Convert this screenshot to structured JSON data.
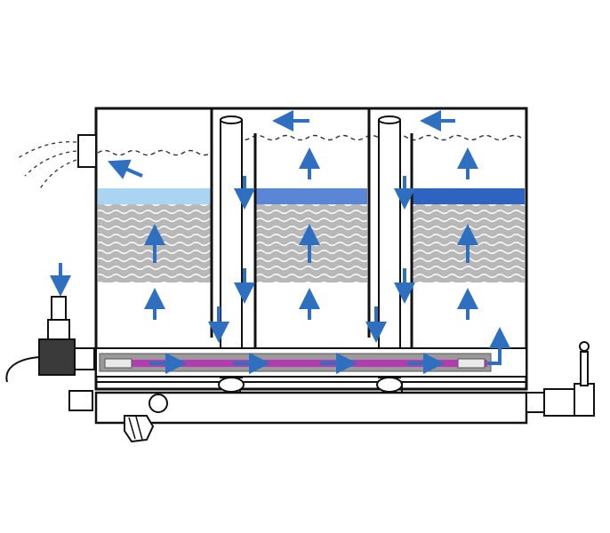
{
  "diagram": {
    "description_visible_text": "",
    "colors": {
      "outline": "#111111",
      "arrow": "#2f6fc0",
      "uv_tube": "#b43bb0",
      "media": "#b8b8b8",
      "media_wave": "#ffffff",
      "filter_pad_1": "#a9d4f2",
      "filter_pad_2": "#5b86d6",
      "filter_pad_3": "#2e63c0",
      "pipe_gray": "#9a9a9a",
      "water_line": "#333333"
    },
    "chambers": [
      {
        "name": "chamber-1",
        "filter_pad_color": "#a9d4f2"
      },
      {
        "name": "chamber-2",
        "filter_pad_color": "#5b86d6"
      },
      {
        "name": "chamber-3",
        "filter_pad_color": "#2e63c0"
      }
    ],
    "icons": [
      "pump-icon",
      "inlet-valve-icon",
      "outlet-nozzle-icon",
      "drain-plug-icon",
      "flow-arrow-icon",
      "uv-lamp-icon"
    ]
  }
}
